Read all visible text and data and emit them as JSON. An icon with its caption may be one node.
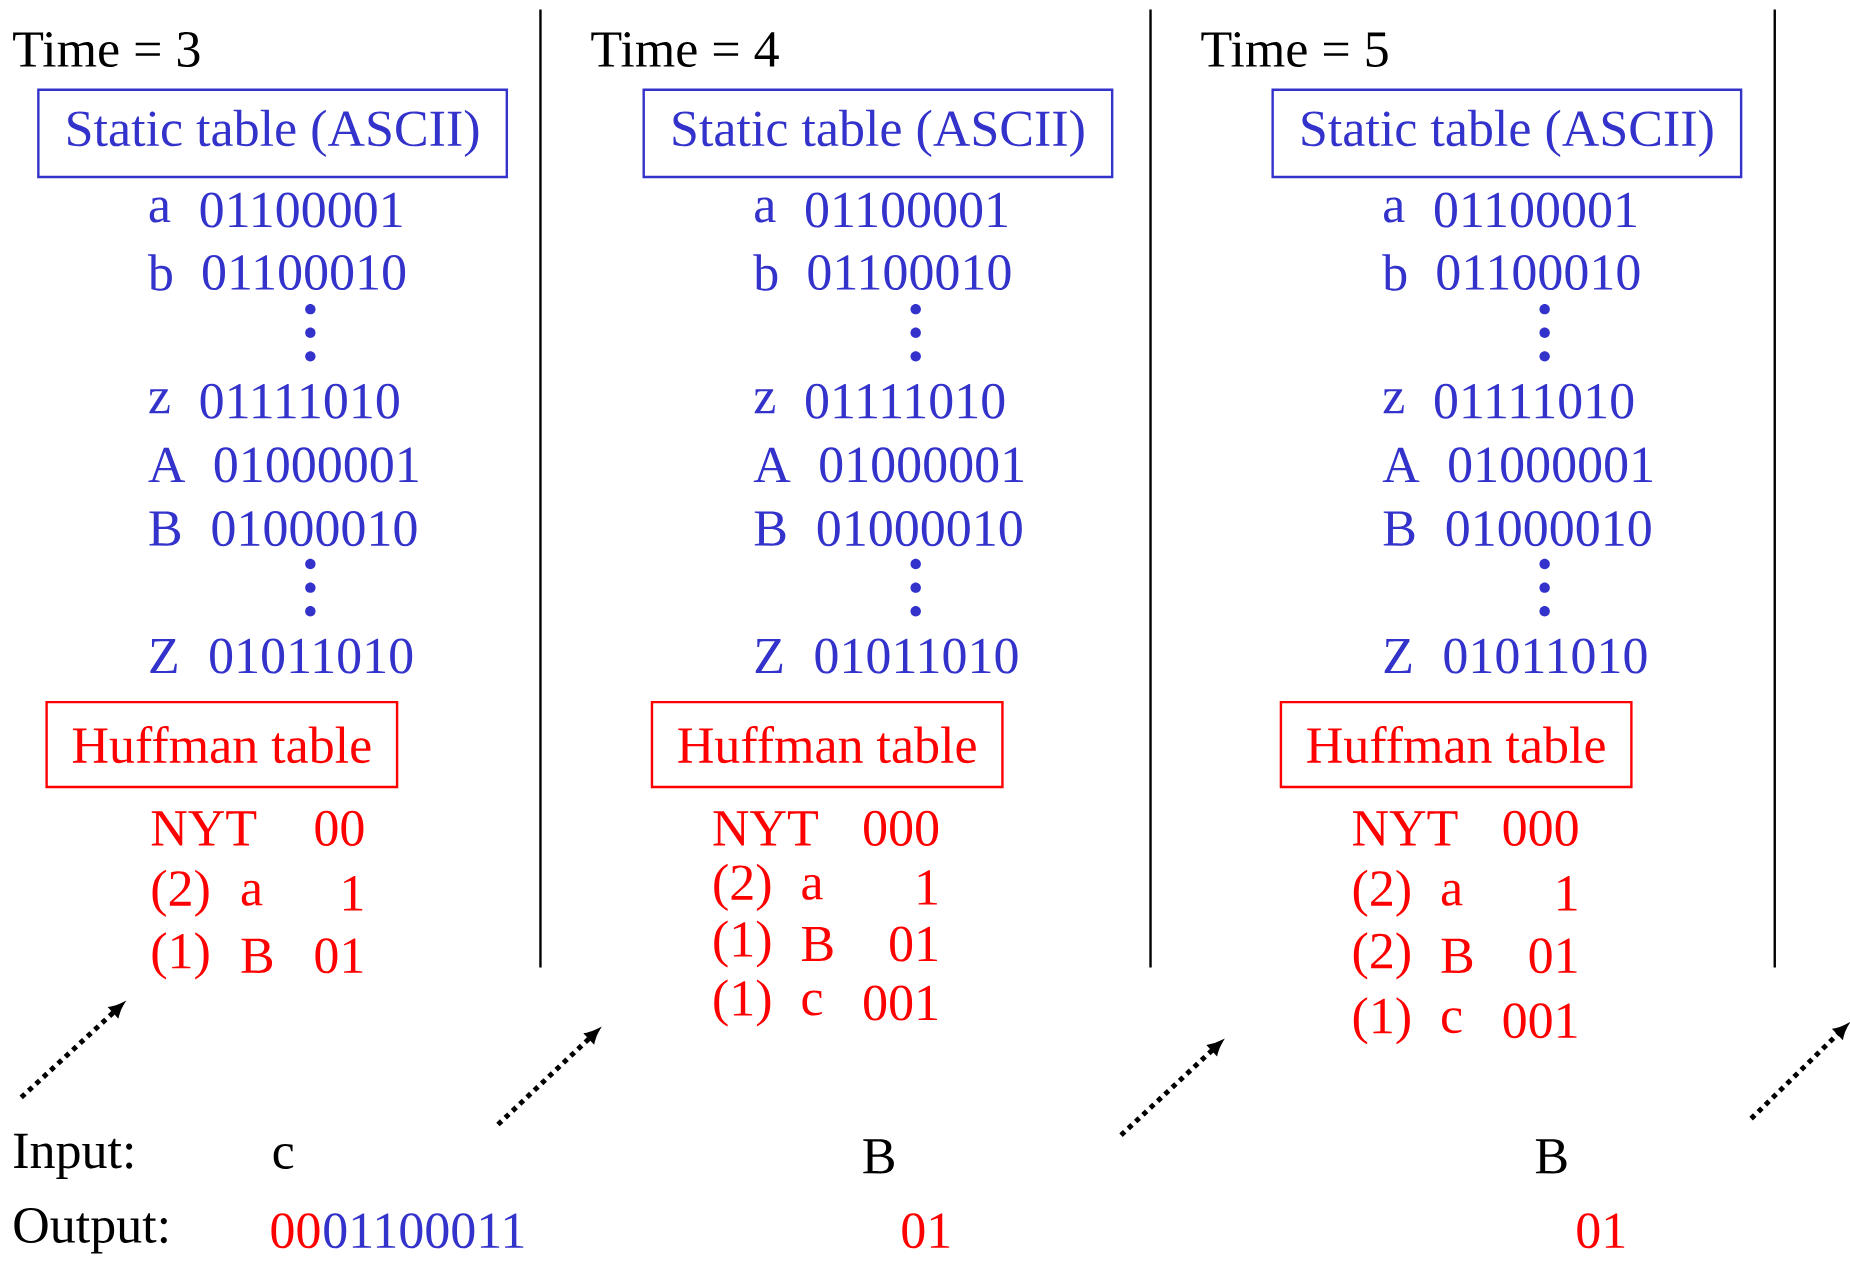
{
  "diagram": {
    "nodes": [
      {
        "text": [
          "Static table (ASCII)"
        ]
      },
      {
        "text": [
          "Huffman table"
        ]
      },
      {
        "text": [
          "Static table (ASCII)"
        ]
      },
      {
        "text": [
          "Huffman table"
        ]
      },
      {
        "text": [
          "Static table (ASCII)"
        ]
      },
      {
        "text": [
          "Huffman table"
        ]
      }
    ],
    "labels": [
      "Time = 3",
      "a",
      "01100001",
      "b",
      "01100010",
      "z",
      "01111010",
      "A",
      "01000001",
      "B",
      "01000010",
      "Z",
      "01011010",
      "NYT",
      "00",
      "(2)",
      "a",
      "1",
      "(1)",
      "B",
      "01",
      "Time = 4",
      "a",
      "01100001",
      "b",
      "01100010",
      "z",
      "01111010",
      "A",
      "01000001",
      "B",
      "01000010",
      "Z",
      "01011010",
      "NYT",
      "000",
      "(2)",
      "a",
      "1",
      "(1)",
      "B",
      "01",
      "(1)",
      "c",
      "001",
      "Time = 5",
      "a",
      "01100001",
      "b",
      "01100010",
      "z",
      "01111010",
      "A",
      "01000001",
      "B",
      "01000010",
      "Z",
      "01011010",
      "NYT",
      "000",
      "(2)",
      "a",
      "1",
      "(2)",
      "B",
      "01",
      "(1)",
      "c",
      "001",
      "Input:",
      "c",
      "B",
      "B",
      "Output:",
      "00",
      "01100011",
      "01",
      "01"
    ]
  }
}
